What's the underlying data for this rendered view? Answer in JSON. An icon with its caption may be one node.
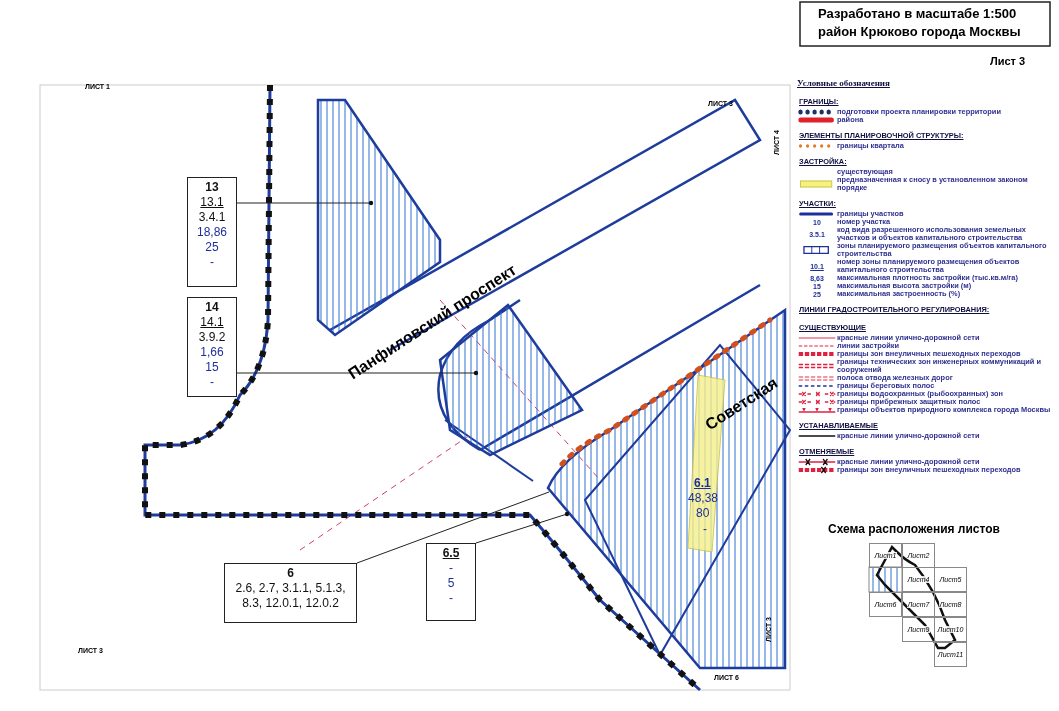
{
  "diagram": {
    "nodes": [
      {
        "text": [
          "13",
          "13.1",
          "3.4.1",
          "18,86",
          "25",
          "-"
        ]
      },
      {
        "text": [
          "14",
          "14.1",
          "3.9.2",
          "1,66",
          "15",
          "-"
        ]
      },
      {
        "text": [
          "6",
          "2.6, 2.7, 3.1.1, 5.1.3, 8.3, 12.0.1, 12.0.2"
        ]
      },
      {
        "text": [
          "6.5",
          "-",
          "5",
          "-"
        ]
      },
      {
        "text": [],
        "shape": "box"
      },
      {
        "text": [],
        "shape": "box"
      },
      {
        "text": [],
        "shape": "box"
      }
    ],
    "edges": [
      {
        "from": 0,
        "to": 4,
        "arrow": "other"
      },
      {
        "from": 1,
        "to": 5,
        "arrow": "other"
      },
      {
        "from": 2,
        "to": 6,
        "arrow": "none"
      },
      {
        "from": 3,
        "to": 6,
        "arrow": "other"
      }
    ],
    "labels": [
      "Разработано в масштабе 1:500",
      "район Крюково города Москвы",
      "Лист 3",
      "ЛИСТ 1",
      "ЛИСТ 3",
      "ЛИСТ 4",
      "Панфиловский проспект",
      "Советская",
      "6.1",
      "48,38",
      "80",
      "-",
      "ЛИСТ 3",
      "ЛИСТ 3",
      "ЛИСТ 6",
      "Условные обозначения",
      "ГРАНИЦЫ:",
      "ЭЛЕМЕНТЫ ПЛАНИРОВОЧНОЙ СТРУКТУРЫ:",
      "ЗАСТРОЙКА:",
      "УЧАСТКИ:",
      "10",
      "3.5.1",
      "10.1",
      "8,63",
      "15",
      "25",
      "ЛИНИИ ГРАДОСТРОИТЕЛЬНОГО РЕГУЛИРОВАНИЯ:",
      "СУЩЕСТВУЮЩИЕ",
      "УСТАНАВЛИВАЕМЫЕ",
      "ОТМЕНЯЕМЫЕ",
      "Схема расположения листов",
      "Лист1",
      "Лист2",
      "Лист4",
      "Лист5",
      "Лист6",
      "Лист7",
      "Лист8",
      "Лист9",
      "Лист10",
      "Лист11"
    ],
    "legend": [
      {
        "text": "подготовки проекта планировки территории"
      },
      {
        "text": "района"
      },
      {
        "text": "границы квартала"
      },
      {
        "text": "существующая"
      },
      {
        "text": "предназначенная к сносу в установленном законом порядке"
      },
      {
        "text": "границы участков"
      },
      {
        "text": "номер участка"
      },
      {
        "text": "код вида разрешенного использования земельных участков и объектов капитального строительства"
      },
      {
        "text": "зоны планируемого размещения объектов капитального строительства"
      },
      {
        "text": "номер зоны планируемого размещения объектов капитального строительства"
      },
      {
        "text": "максимальная плотность застройки (тыс.кв.м/га)"
      },
      {
        "text": "максимальная высота застройки (м)"
      },
      {
        "text": "максимальная застроенность (%)"
      },
      {
        "text": "красные линии улично-дорожной сети"
      },
      {
        "text": "линии застройки"
      },
      {
        "text": "границы зон внеуличных пешеходных переходов"
      },
      {
        "text": "границы технических зон инженерных коммуникаций и сооружений"
      },
      {
        "text": "полоса отвода железных дорог"
      },
      {
        "text": "границы береговых полос"
      },
      {
        "text": "границы водоохранных (рыбоохранных) зон"
      },
      {
        "text": "границы прибрежных защитных полос"
      },
      {
        "text": "границы объектов природного комплекса города Москвы"
      },
      {
        "text": "красные линии улично-дорожной сети"
      },
      {
        "text": "красные линии улично-дорожной сети"
      },
      {
        "text": "границы зон внеуличных пешеходных переходов"
      }
    ]
  }
}
